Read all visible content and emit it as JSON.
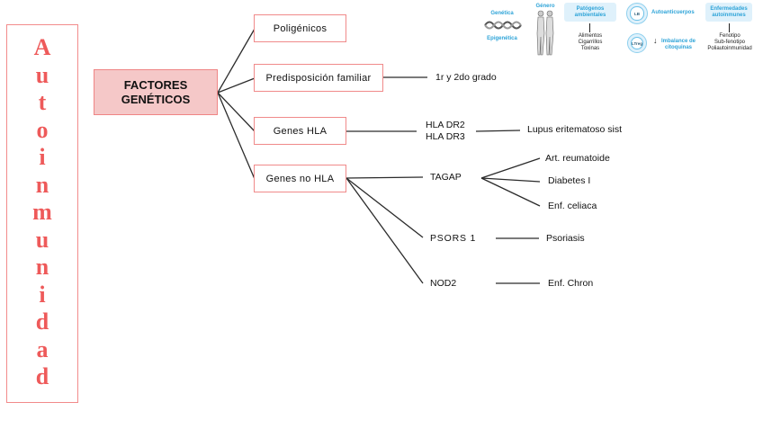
{
  "title_vertical": {
    "text": "Autoinmunidad",
    "letters": [
      "A",
      "u",
      "t",
      "o",
      "i",
      "n",
      "m",
      "u",
      "n",
      "i",
      "d",
      "a",
      "d"
    ],
    "color": "#ee5a5a"
  },
  "central": {
    "line1": "FACTORES",
    "line2": "GENÉTICOS",
    "fill": "#f5c8c8",
    "border": "#ef8585"
  },
  "branches": {
    "poligenicos": "Poligénicos",
    "predisposicion": "Predisposición familiar",
    "predisposicion_detail": "1r y 2do grado",
    "genes_hla": "Genes HLA",
    "hla_dr2": "HLA DR2",
    "hla_dr3": "HLA DR3",
    "hla_disease": "Lupus eritematoso sist",
    "genes_no_hla": "Genes no HLA"
  },
  "no_hla_genes": {
    "tagap": {
      "label": "TAGAP",
      "diseases": [
        "Art. reumatoide",
        "Diabetes I",
        "Enf. celiaca"
      ]
    },
    "psors1": {
      "label": "PSORS 1",
      "disease": "Psoriasis"
    },
    "nod2": {
      "label": "NOD2",
      "disease": "Enf. Chron"
    }
  },
  "infographic": {
    "genetica": "Genética",
    "epigenetica": "Epigenética",
    "genero": "Género",
    "patogenos": "Patógenos ambientales",
    "patogenos_items": [
      "Alimentos",
      "Cigarrillos",
      "Toxinas"
    ],
    "lb_label": "LB",
    "autoanticuerpos": "Autoanticuerpos",
    "treg_label": "LTreg",
    "imbalance": "Imbalance de citoquinas",
    "enfermedades": "Enfermedades autoinmunes",
    "enfermedades_items": [
      "Fenotipo",
      "Sub-fenotipo",
      "Poliautoinmunidad"
    ],
    "accent": "#2fa4d8"
  }
}
